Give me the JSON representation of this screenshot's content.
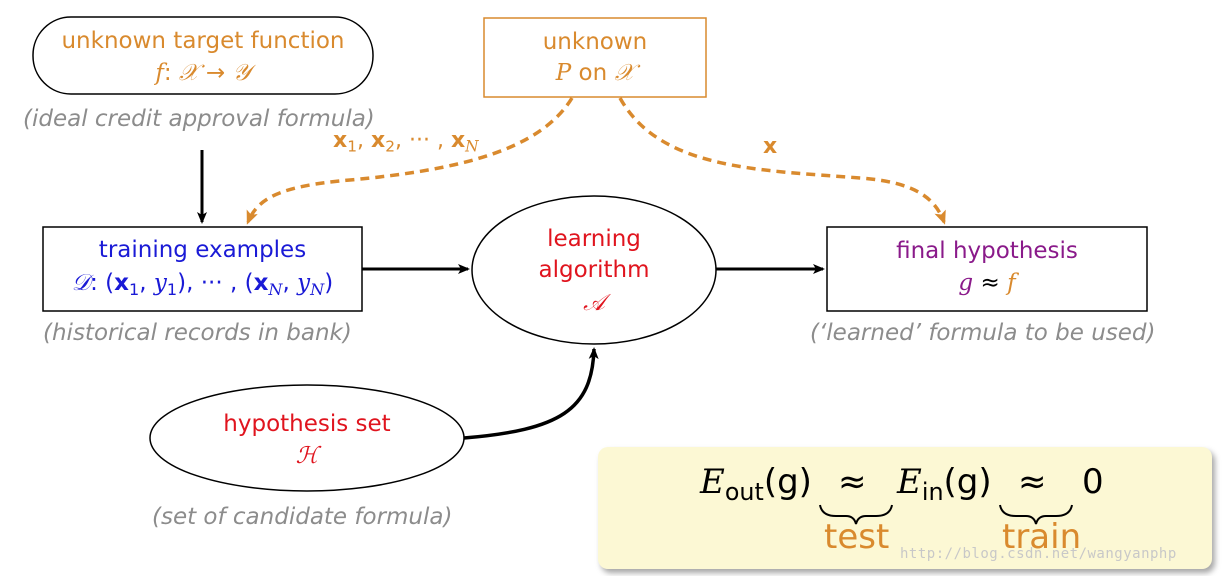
{
  "target": {
    "title": "unknown target function",
    "f": "f",
    "colon": ": ",
    "X": "𝒳",
    "arrow": " → ",
    "Y": "𝒴",
    "caption": "(ideal credit approval formula)"
  },
  "distribution": {
    "title": "unknown",
    "P": "P",
    "on": " on ",
    "X": "𝒳"
  },
  "edge_labels": {
    "x1": "x",
    "s1": "1",
    "x2": "x",
    "s2": "2",
    "dots": ", ··· , ",
    "xN": "x",
    "sN": "N",
    "comma": ", ",
    "x": "x"
  },
  "training": {
    "title": "training examples",
    "D": "𝒟",
    "colon": ": (",
    "x1": "x",
    "s1": "1",
    "comma1": ", ",
    "y1": "y",
    "sy1": "1",
    "mid": "), ··· , (",
    "xN": "x",
    "sN": "N",
    "commaN": ", ",
    "yN": "y",
    "syN": "N",
    "close": ")",
    "caption": "(historical records in bank)"
  },
  "learner": {
    "line1": "learning",
    "line2": "algorithm",
    "A": "𝒜"
  },
  "hypothesis": {
    "title": "final hypothesis",
    "g": "g",
    "approx": " ≈ ",
    "f": "f",
    "caption": "(‘learned’ formula to be used)"
  },
  "hset": {
    "title": "hypothesis set",
    "H": "ℋ",
    "caption": "(set of candidate formula)"
  },
  "formula": {
    "E1": "E",
    "out": "out",
    "g1": "(g)",
    "approx1": "≈",
    "E2": "E",
    "in": "in",
    "g2": "(g)",
    "approx2": "≈",
    "zero": "0",
    "test": "test",
    "train": "train"
  },
  "watermark": "http://blog.csdn.net/wangyanphp",
  "colors": {
    "orange": "#d98a2e",
    "blue": "#1a1ad6",
    "red": "#e0141e",
    "purple": "#8a1a8a",
    "caption_gray": "#8c8c8c",
    "panel": "#fcf8d4"
  }
}
